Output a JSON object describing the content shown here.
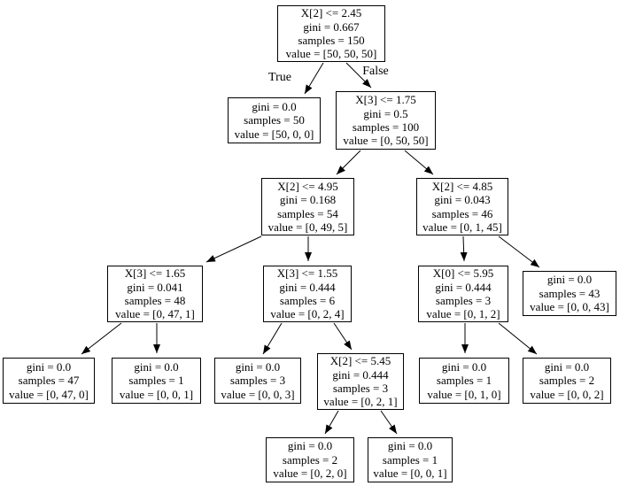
{
  "tree": {
    "kind": "decision-tree-diagram",
    "edge_labels": {
      "true_label": "True",
      "false_label": "False"
    },
    "nodes": [
      {
        "id": "root",
        "condition": "X[2] <= 2.45",
        "gini": "gini = 0.667",
        "samples": "samples = 150",
        "value": "value = [50, 50, 50]"
      },
      {
        "id": "d1-left-leaf",
        "gini": "gini = 0.0",
        "samples": "samples = 50",
        "value": "value = [50, 0, 0]"
      },
      {
        "id": "d1-right",
        "condition": "X[3] <= 1.75",
        "gini": "gini = 0.5",
        "samples": "samples = 100",
        "value": "value = [0, 50, 50]"
      },
      {
        "id": "d2-left",
        "condition": "X[2] <= 4.95",
        "gini": "gini = 0.168",
        "samples": "samples = 54",
        "value": "value = [0, 49, 5]"
      },
      {
        "id": "d2-right",
        "condition": "X[2] <= 4.85",
        "gini": "gini = 0.043",
        "samples": "samples = 46",
        "value": "value = [0, 1, 45]"
      },
      {
        "id": "d3-node1",
        "condition": "X[3] <= 1.65",
        "gini": "gini = 0.041",
        "samples": "samples = 48",
        "value": "value = [0, 47, 1]"
      },
      {
        "id": "d3-node2",
        "condition": "X[3] <= 1.55",
        "gini": "gini = 0.444",
        "samples": "samples = 6",
        "value": "value = [0, 2, 4]"
      },
      {
        "id": "d3-node3",
        "condition": "X[0] <= 5.95",
        "gini": "gini = 0.444",
        "samples": "samples = 3",
        "value": "value = [0, 1, 2]"
      },
      {
        "id": "d3-leaf4",
        "gini": "gini = 0.0",
        "samples": "samples = 43",
        "value": "value = [0, 0, 43]"
      },
      {
        "id": "d4-leaf1",
        "gini": "gini = 0.0",
        "samples": "samples = 47",
        "value": "value = [0, 47, 0]"
      },
      {
        "id": "d4-leaf2",
        "gini": "gini = 0.0",
        "samples": "samples = 1",
        "value": "value = [0, 0, 1]"
      },
      {
        "id": "d4-leaf3",
        "gini": "gini = 0.0",
        "samples": "samples = 3",
        "value": "value = [0, 0, 3]"
      },
      {
        "id": "d4-node4",
        "condition": "X[2] <= 5.45",
        "gini": "gini = 0.444",
        "samples": "samples = 3",
        "value": "value = [0, 2, 1]"
      },
      {
        "id": "d4-leaf5",
        "gini": "gini = 0.0",
        "samples": "samples = 1",
        "value": "value = [0, 1, 0]"
      },
      {
        "id": "d4-leaf6",
        "gini": "gini = 0.0",
        "samples": "samples = 2",
        "value": "value = [0, 0, 2]"
      },
      {
        "id": "d5-leaf1",
        "gini": "gini = 0.0",
        "samples": "samples = 2",
        "value": "value = [0, 2, 0]"
      },
      {
        "id": "d5-leaf2",
        "gini": "gini = 0.0",
        "samples": "samples = 1",
        "value": "value = [0, 0, 1]"
      }
    ]
  },
  "colors": {
    "background": "#ffffff",
    "node_fill": "#ffffff",
    "node_border": "#000000",
    "edge": "#000000",
    "text": "#000000"
  }
}
